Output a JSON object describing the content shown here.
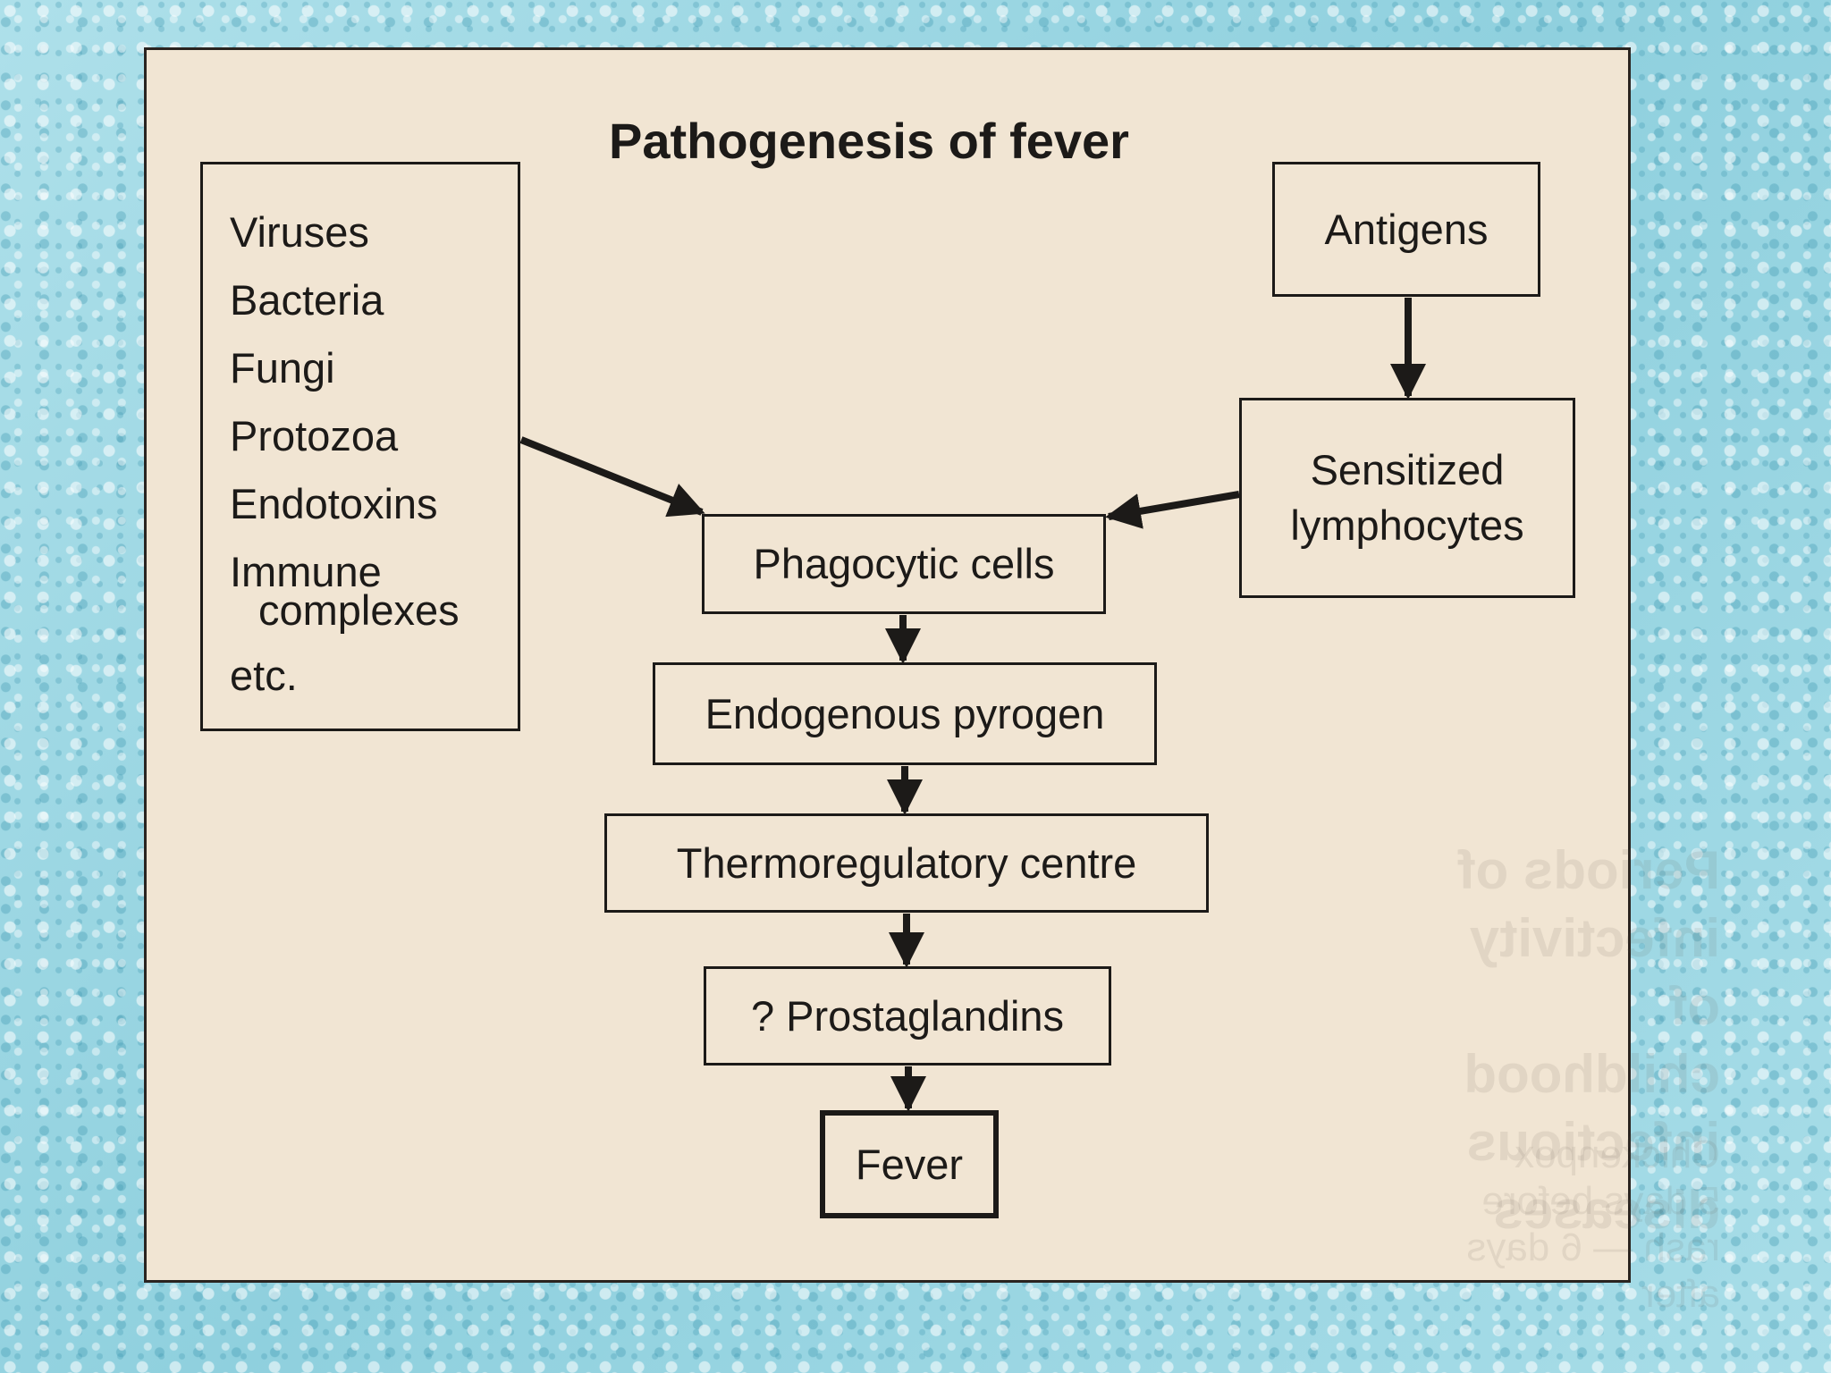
{
  "title": "Pathogenesis of fever",
  "causes": [
    "Viruses",
    "Bacteria",
    "Fungi",
    "Protozoa",
    "Endotoxins",
    "Immune",
    "complexes",
    "etc."
  ],
  "antigens": "Antigens",
  "sensitized": [
    "Sensitized",
    "lymphocytes"
  ],
  "phagocytic": "Phagocytic cells",
  "endogenous": "Endogenous pyrogen",
  "thermo": "Thermoregulatory centre",
  "prostaglandins": "? Prostaglandins",
  "fever": "Fever",
  "bleed_through": {
    "heading": "Periods of infectivity of\nchildhood infectious\ndiseases",
    "sub": "Chickenpox\n5 days before rash — 6 days after\nlast crop"
  },
  "colors": {
    "panel": "#f1e5d3",
    "ink": "#1c1a18",
    "background": "#9ed8e4"
  }
}
